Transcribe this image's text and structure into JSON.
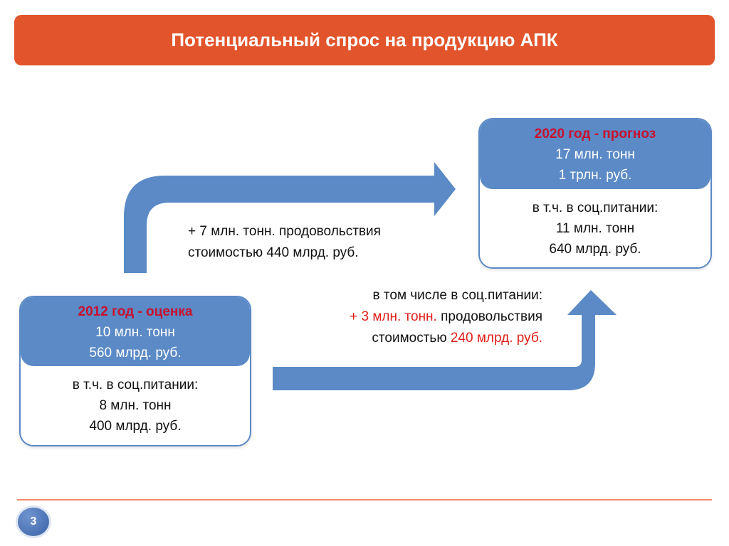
{
  "header": {
    "title": "Потенциальный спрос на продукцию АПК"
  },
  "card_2012": {
    "year": "2012 год - оценка",
    "line1": "10 млн. тонн",
    "line2": "560 млрд. руб.",
    "body1": "в т.ч. в соц.питании:",
    "body2": "8 млн. тонн",
    "body3": "400 млрд. руб."
  },
  "card_2020": {
    "year": "2020 год - прогноз",
    "line1": "17 млн. тонн",
    "line2": "1 трлн. руб.",
    "body1": "в т.ч. в соц.питании:",
    "body2": "11 млн. тонн",
    "body3": "640 млрд. руб."
  },
  "note_top": {
    "line1": "+ 7 млн. тонн. продовольствия",
    "line2": "стоимостью 440 млрд. руб."
  },
  "note_bottom": {
    "line1": "в том числе в соц.питании:",
    "line2_red": "+ 3 млн. тонн.",
    "line2_rest": " продовольствия",
    "line3_black": "стоимостью ",
    "line3_red": "240 млрд. руб."
  },
  "footer": {
    "page_number": "3"
  },
  "colors": {
    "title_bar": "#e2542b",
    "arrow_blue": "#5b8ac6",
    "accent_red": "#e0201b",
    "year_red": "#c8102e"
  }
}
